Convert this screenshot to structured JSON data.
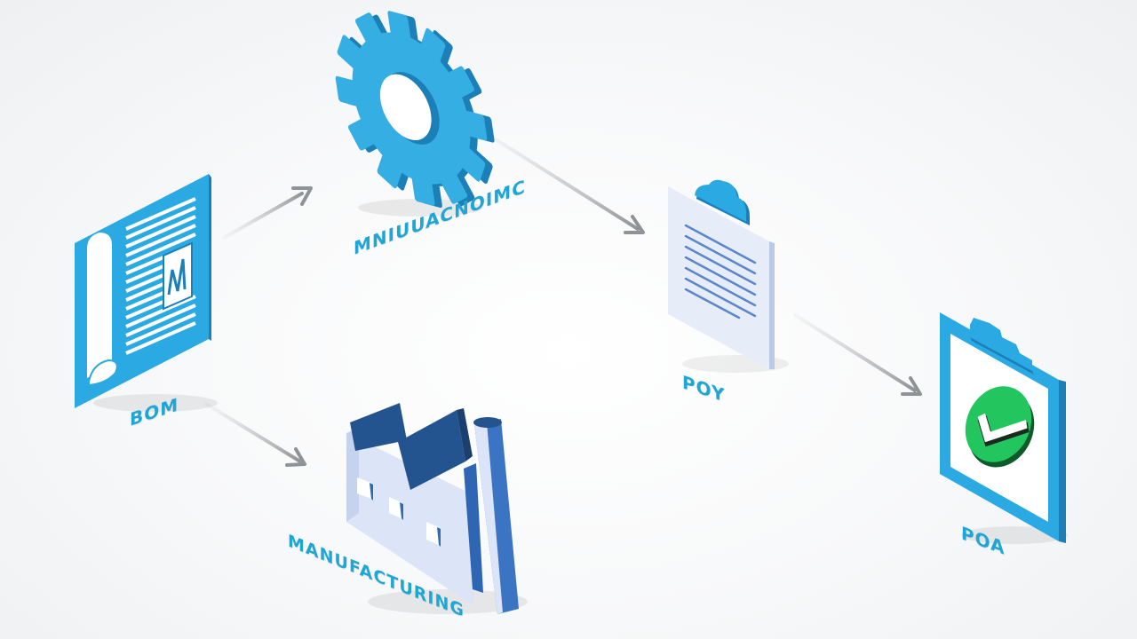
{
  "diagram": {
    "type": "isometric-process-flow",
    "nodes": [
      {
        "id": "bom",
        "label": "BOM",
        "icon": "document-bom-icon"
      },
      {
        "id": "gear",
        "label": "MNIUUACNOIMC",
        "icon": "gear-icon"
      },
      {
        "id": "poy",
        "label": "POY",
        "icon": "cloud-document-icon"
      },
      {
        "id": "poa",
        "label": "POA",
        "icon": "clipboard-check-icon"
      },
      {
        "id": "factory",
        "label": "MANUFACTURING",
        "icon": "factory-icon"
      }
    ],
    "edges": [
      {
        "from": "bom",
        "to": "gear"
      },
      {
        "from": "gear",
        "to": "poy"
      },
      {
        "from": "poy",
        "to": "poa"
      },
      {
        "from": "bom",
        "to": "factory"
      }
    ]
  },
  "colors": {
    "primary_blue": "#29a8e0",
    "dark_blue": "#1b7fb8",
    "navy": "#24548f",
    "pale_blue": "#dde7f6",
    "check_green": "#22c55e",
    "arrow_gray": "#8f9296",
    "label_cyan": "#1fa6d6"
  }
}
